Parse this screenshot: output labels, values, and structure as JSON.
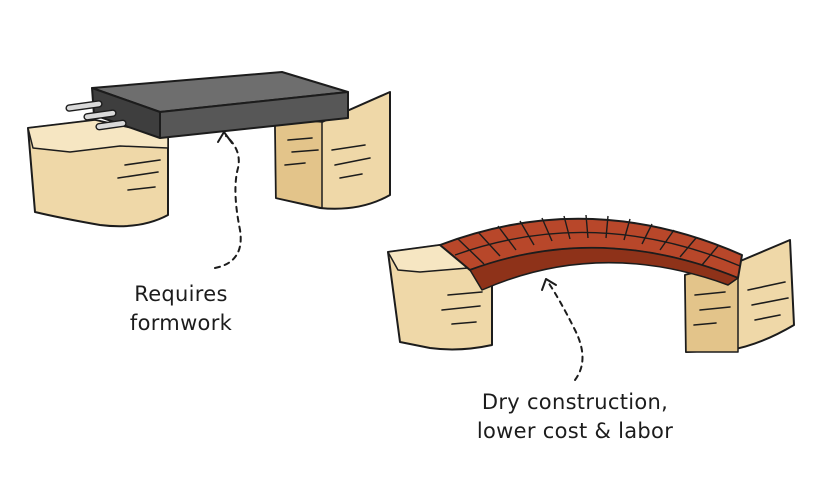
{
  "labels": {
    "beam": {
      "line1": "Requires",
      "line2": "formwork"
    },
    "arch": {
      "line1": "Dry construction,",
      "line2": "lower cost & labor"
    }
  },
  "colors": {
    "stone_fill": "#efd8a8",
    "stone_shade": "#e3c48a",
    "concrete_top": "#6e6e6e",
    "concrete_side": "#4a4a4a",
    "brick": "#b8472a",
    "brick_dark": "#8e3219",
    "rebar": "#d9d9d9",
    "ink": "#1c1c1c"
  },
  "icons": {
    "beam": "concrete-beam-with-rebar",
    "arch": "brick-arch"
  }
}
